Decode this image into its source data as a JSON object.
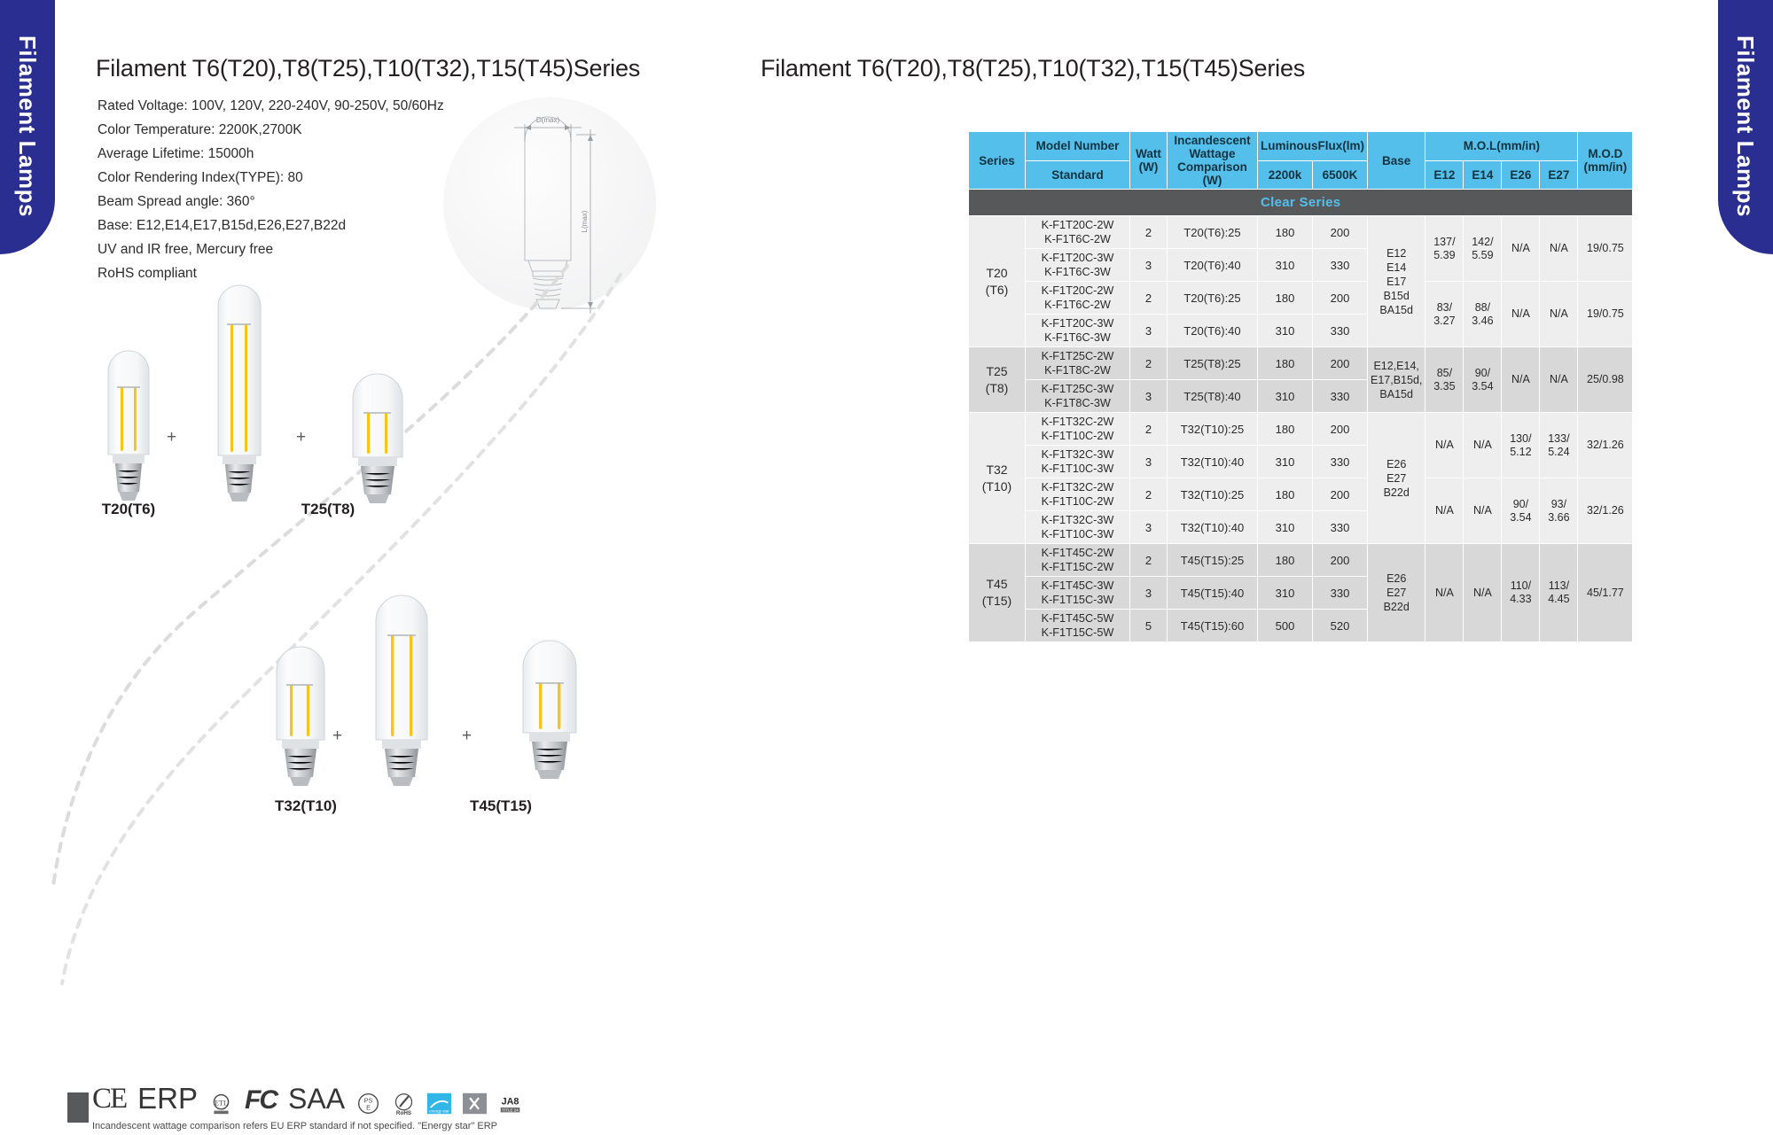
{
  "side_tabs": {
    "left_label": "Filament Lamps",
    "right_label": "Filament Lamps"
  },
  "left_panel": {
    "title": "Filament T6(T20),T8(T25),T10(T32),T15(T45)Series",
    "specs": [
      "Rated Voltage: 100V, 120V,  220-240V, 90-250V, 50/60Hz",
      "Color Temperature: 2200K,2700K",
      "Average Lifetime: 15000h",
      "Color Rendering Index(TYPE): 80",
      "Beam Spread angle: 360°",
      "Base: E12,E14,E17,B15d,E26,E27,B22d",
      "UV and IR free, Mercury free",
      "RoHS compliant"
    ],
    "drawing": {
      "width_label": "D(max)",
      "height_label": "L(max)"
    },
    "products": [
      {
        "label": "T20(T6)"
      },
      {
        "label": "T25(T8)"
      },
      {
        "label": "T32(T10)"
      },
      {
        "label": "T45(T15)"
      }
    ],
    "separator": "+"
  },
  "right_panel": {
    "title": "Filament T6(T20),T8(T25),T10(T32),T15(T45)Series",
    "table": {
      "headers": {
        "series": "Series",
        "model_number": "Model Number",
        "standard": "Standard",
        "watt": "Watt\n(W)",
        "watt_line1": "Watt",
        "watt_line2": "(W)",
        "incandescent_line1": "Incandescent",
        "incandescent_line2": "Wattage",
        "incandescent_line3": "Comparison",
        "incandescent_line4": "(W)",
        "luminous_flux": "LuminousFlux(lm)",
        "cct_2200k": "2200k",
        "cct_6500k": "6500K",
        "base": "Base",
        "mol": "M.O.L(mm/in)",
        "e12": "E12",
        "e14": "E14",
        "e26": "E26",
        "e27": "E27",
        "mod_line1": "M.O.D",
        "mod_line2": "(mm/in)"
      },
      "band_label": "Clear Series",
      "groups": [
        {
          "series_line1": "T20",
          "series_line2": "(T6)",
          "base": [
            "E12",
            "E14",
            "E17",
            "B15d",
            "BA15d"
          ],
          "rows": [
            {
              "model1": "K-F1T20C-2W",
              "model2": "K-F1T6C-2W",
              "watt": "2",
              "incand": "T20(T6):25",
              "f2200": "180",
              "f6500": "200"
            },
            {
              "model1": "K-F1T20C-3W",
              "model2": "K-F1T6C-3W",
              "watt": "3",
              "incand": "T20(T6):40",
              "f2200": "310",
              "f6500": "330"
            },
            {
              "model1": "K-F1T20C-2W",
              "model2": "K-F1T6C-2W",
              "watt": "2",
              "incand": "T20(T6):25",
              "f2200": "180",
              "f6500": "200"
            },
            {
              "model1": "K-F1T20C-3W",
              "model2": "K-F1T6C-3W",
              "watt": "3",
              "incand": "T20(T6):40",
              "f2200": "310",
              "f6500": "330"
            }
          ],
          "dim_blocks": [
            {
              "rowspan": 2,
              "e12": "137/\n5.39",
              "e14": "142/\n5.59",
              "e26": "N/A",
              "e27": "N/A",
              "mod": "19/0.75",
              "e12_a": "137/",
              "e12_b": "5.39",
              "e14_a": "142/",
              "e14_b": "5.59"
            },
            {
              "rowspan": 2,
              "e12_a": "83/",
              "e12_b": "3.27",
              "e14_a": "88/",
              "e14_b": "3.46",
              "e26": "N/A",
              "e27": "N/A",
              "mod": "19/0.75"
            }
          ]
        },
        {
          "series_line1": "T25",
          "series_line2": "(T8)",
          "base_lines": [
            "E12,E14,",
            "E17,B15d,",
            "BA15d"
          ],
          "rows": [
            {
              "model1": "K-F1T25C-2W",
              "model2": "K-F1T8C-2W",
              "watt": "2",
              "incand": "T25(T8):25",
              "f2200": "180",
              "f6500": "200"
            },
            {
              "model1": "K-F1T25C-3W",
              "model2": "K-F1T8C-3W",
              "watt": "3",
              "incand": "T25(T8):40",
              "f2200": "310",
              "f6500": "330"
            }
          ],
          "dim_blocks": [
            {
              "rowspan": 2,
              "e12_a": "85/",
              "e12_b": "3.35",
              "e14_a": "90/",
              "e14_b": "3.54",
              "e26": "N/A",
              "e27": "N/A",
              "mod": "25/0.98"
            }
          ]
        },
        {
          "series_line1": "T32",
          "series_line2": "(T10)",
          "base": [
            "E26",
            "E27",
            "B22d"
          ],
          "rows": [
            {
              "model1": "K-F1T32C-2W",
              "model2": "K-F1T10C-2W",
              "watt": "2",
              "incand": "T32(T10):25",
              "f2200": "180",
              "f6500": "200"
            },
            {
              "model1": "K-F1T32C-3W",
              "model2": "K-F1T10C-3W",
              "watt": "3",
              "incand": "T32(T10):40",
              "f2200": "310",
              "f6500": "330"
            },
            {
              "model1": "K-F1T32C-2W",
              "model2": "K-F1T10C-2W",
              "watt": "2",
              "incand": "T32(T10):25",
              "f2200": "180",
              "f6500": "200"
            },
            {
              "model1": "K-F1T32C-3W",
              "model2": "K-F1T10C-3W",
              "watt": "3",
              "incand": "T32(T10):40",
              "f2200": "310",
              "f6500": "330"
            }
          ],
          "dim_blocks": [
            {
              "rowspan": 2,
              "e12": "N/A",
              "e14": "N/A",
              "e26_a": "130/",
              "e26_b": "5.12",
              "e27_a": "133/",
              "e27_b": "5.24",
              "mod": "32/1.26"
            },
            {
              "rowspan": 2,
              "e12": "N/A",
              "e14": "N/A",
              "e26_a": "90/",
              "e26_b": "3.54",
              "e27_a": "93/",
              "e27_b": "3.66",
              "mod": "32/1.26"
            }
          ]
        },
        {
          "series_line1": "T45",
          "series_line2": "(T15)",
          "base": [
            "E26",
            "E27",
            "B22d"
          ],
          "rows": [
            {
              "model1": "K-F1T45C-2W",
              "model2": "K-F1T15C-2W",
              "watt": "2",
              "incand": "T45(T15):25",
              "f2200": "180",
              "f6500": "200"
            },
            {
              "model1": "K-F1T45C-3W",
              "model2": "K-F1T15C-3W",
              "watt": "3",
              "incand": "T45(T15):40",
              "f2200": "310",
              "f6500": "330"
            },
            {
              "model1": "K-F1T45C-5W",
              "model2": "K-F1T15C-5W",
              "watt": "5",
              "incand": "T45(T15):60",
              "f2200": "500",
              "f6500": "520"
            }
          ],
          "dim_blocks": [
            {
              "rowspan": 3,
              "e12": "N/A",
              "e14": "N/A",
              "e26_a": "110/",
              "e26_b": "4.33",
              "e27_a": "113/",
              "e27_b": "4.45",
              "mod": "45/1.77"
            }
          ]
        }
      ]
    }
  },
  "footer": {
    "certs": [
      "CE",
      "ERP",
      "ETL",
      "FC",
      "SAA",
      "PSE",
      "RoHS",
      "Energy Star",
      "cETL",
      "JA8"
    ],
    "ce_label": "CE",
    "erp_label": "ERP",
    "fc_label": "FC",
    "saa_label": "SAA",
    "ps_line1": "PS",
    "ps_line2": "E",
    "rohs_label": "RoHS",
    "ja8_label": "JA8",
    "ja8_sub": "TITLE 24",
    "note": "Incandescent wattage comparison refers EU ERP standard if not specified. \"Energy star\" ERP"
  },
  "colors": {
    "brand_blue": "#2b2e91",
    "header_cyan": "#55bfec",
    "band_gray": "#57585a",
    "row_light": "#eeeeee",
    "row_dark": "#d8d8d8"
  }
}
